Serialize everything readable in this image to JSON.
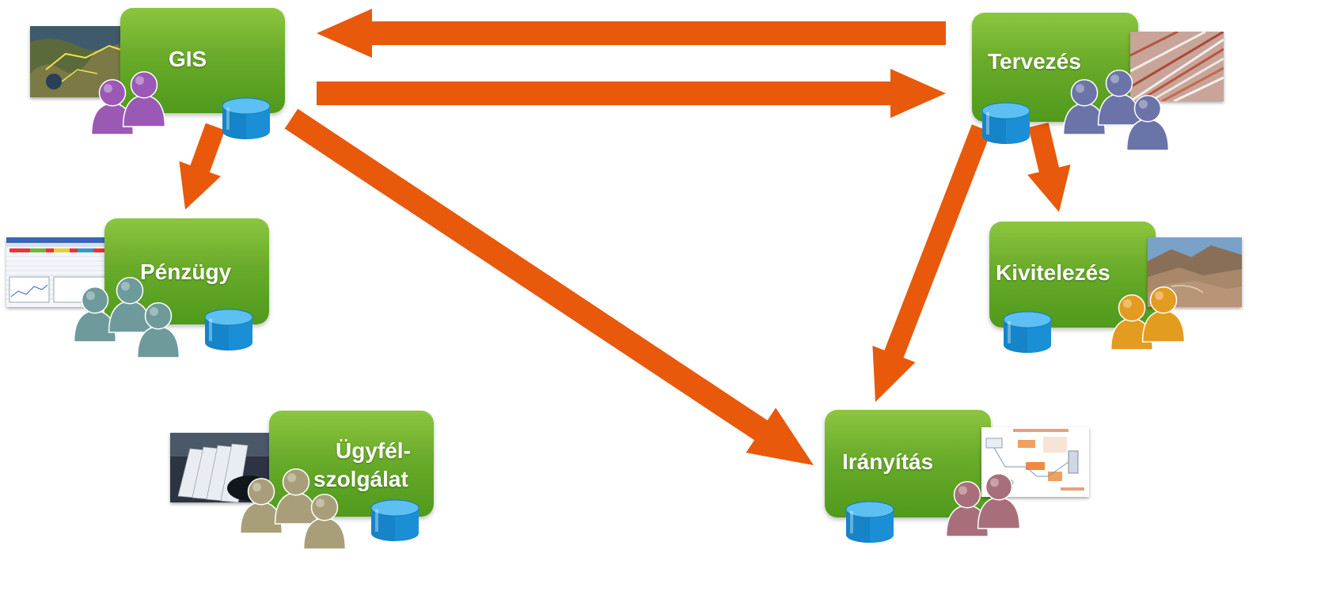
{
  "colors": {
    "arrow": "#e8590c",
    "box": "#6aab2a",
    "database": "#1a8fd6",
    "people": {
      "gis": "#9b59b6",
      "penzugy": "#6e9a9c",
      "ugyfel": "#a89f7a",
      "tervezes": "#6b74a8",
      "kivitelezes": "#e39b20",
      "iranyitas": "#a86f7a"
    }
  },
  "nodes": {
    "gis": {
      "label": "GIS"
    },
    "penzugy": {
      "label": "Pénzügy"
    },
    "ugyfel": {
      "label_line1": "Ügyfél-",
      "label_line2": "szolgálat"
    },
    "tervezes": {
      "label": "Tervezés"
    },
    "kivitelezes": {
      "label": "Kivitelezés"
    },
    "iranyitas": {
      "label": "Irányítás"
    }
  },
  "edges": [
    {
      "from": "tervezes",
      "to": "gis"
    },
    {
      "from": "gis",
      "to": "tervezes"
    },
    {
      "from": "gis",
      "to": "penzugy"
    },
    {
      "from": "gis",
      "to": "iranyitas"
    },
    {
      "from": "tervezes",
      "to": "iranyitas"
    },
    {
      "from": "tervezes",
      "to": "kivitelezes"
    }
  ],
  "icons": {
    "thumbnails": [
      "map-thumbnail",
      "spreadsheet-thumbnail",
      "card-file-thumbnail",
      "cables-thumbnail",
      "landscape-thumbnail",
      "network-diagram-thumbnail"
    ],
    "people": "people-group-icon",
    "database": "database-icon"
  }
}
